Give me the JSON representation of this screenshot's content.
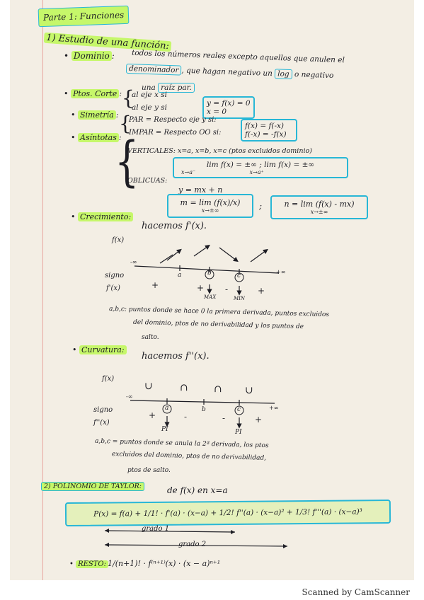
{
  "header": {
    "part_title": "Parte 1: Funciones"
  },
  "section1": {
    "title": "1) Estudio de una función:",
    "dominio": {
      "label": "Dominio",
      "line1": "todos los números reales excepto aquellos que anulen el",
      "line2a": "denominador",
      "line2b": ", que hagan negativo un",
      "line2c": "log",
      "line2d": "o negativo",
      "line3a": "una",
      "line3b": "raíz par."
    },
    "cortes": {
      "label": "Ptos. Corte",
      "line1": "al eje x si",
      "line2": "al eje y si",
      "cond1": "y = f(x) = 0",
      "cond2": "x = 0"
    },
    "simetria": {
      "label": "Simetría",
      "line1": "PAR = Respecto eje y si:",
      "line2": "IMPAR = Respecto OO si:",
      "cond1": "f(x) = f(-x)",
      "cond2": "f(-x) = -f(x)"
    },
    "asintotas": {
      "label": "Asíntotas",
      "verticales": "VERTICALES: x=a, x=b, x=c (ptos excluidos dominio)",
      "lim_vert": "lim f(x) = ±∞ ; lim f(x) = ±∞",
      "lim_sub1": "x→a⁻",
      "lim_sub2": "x→a⁺",
      "oblicuas": "OBLICUAS:",
      "oblicuas_eq": "y = mx + n",
      "m_formula": "m = lim (f(x)/x)",
      "n_formula": "n = lim (f(x) - mx)",
      "lim_inf": "x→±∞"
    },
    "crecimiento": {
      "label": "Crecimiento:",
      "text": "hacemos f'(x).",
      "fx": "f(x)",
      "signo": "signo",
      "fprime": "f'(x)",
      "axis_labels": [
        "-∞",
        "a",
        "b",
        "c",
        "+∞"
      ],
      "signs": [
        "+",
        "+",
        "-",
        "+"
      ],
      "max": "MAX",
      "min": "MIN",
      "note1": "a,b,c: puntos donde se hace 0 la primera derivada, puntos excluidos",
      "note2": "del dominio, ptos de no derivabilidad y los puntos de",
      "note3": "salto."
    },
    "curvatura": {
      "label": "Curvatura:",
      "text": "hacemos f''(x).",
      "fx": "f(x)",
      "signo": "signo",
      "fsecond": "f''(x)",
      "axis_labels": [
        "-∞",
        "a",
        "b",
        "c",
        "+∞"
      ],
      "shapes": [
        "∪",
        "∩",
        "∩",
        "∪"
      ],
      "signs": [
        "+",
        "-",
        "-",
        "+"
      ],
      "pi": "PI",
      "note1": "a,b,c = puntos donde se anula la 2ª derivada, los ptos",
      "note2": "excluidos del dominio, ptos de no derivabilidad,",
      "note3": "ptos de salto."
    }
  },
  "section2": {
    "title": "2) POLINOMIO DE TAYLOR:",
    "subtitle": "de f(x) en x=a",
    "formula": "P(x) = f(a) + 1/1! · f'(a) · (x−a) + 1/2! f''(a) · (x−a)² + 1/3! f'''(a) · (x−a)³",
    "grado1": "grado 1",
    "grado2": "grado 2",
    "resto_label": "RESTO:",
    "resto_formula": "1/(n+1)! · f⁽ⁿ⁺¹⁾(x) · (x − a)ⁿ⁺¹"
  },
  "footer": "Scanned by CamScanner",
  "colors": {
    "highlight": "#c6f76a",
    "box": "#28b7d6",
    "ink": "#1d1d24",
    "paper": "#f3eee4"
  }
}
